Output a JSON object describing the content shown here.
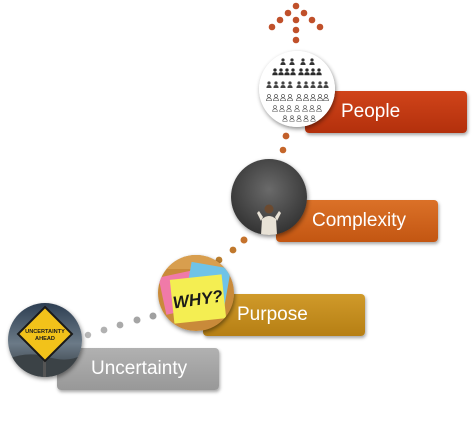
{
  "steps": [
    {
      "label": "Uncertainty",
      "color": "#a6a6a6",
      "dot_color": "#9e9e9e",
      "image": "uncertainty-ahead-road-sign",
      "sign_text_line1": "UNCERTAINTY",
      "sign_text_line2": "AHEAD"
    },
    {
      "label": "Purpose",
      "color": "#c58c1c",
      "dot_color": "#b88a30",
      "image": "why-sticky-note",
      "note_text": "WHY?"
    },
    {
      "label": "Complexity",
      "color": "#d0631c",
      "dot_color": "#c56a2c",
      "image": "person-facing-chalkboard"
    },
    {
      "label": "People",
      "color": "#c33a12",
      "dot_color": "#c0502a",
      "image": "crowd-icons"
    }
  ],
  "connector_dot_color": "#c56a2c",
  "arrow_dot_color": "#c0502a"
}
